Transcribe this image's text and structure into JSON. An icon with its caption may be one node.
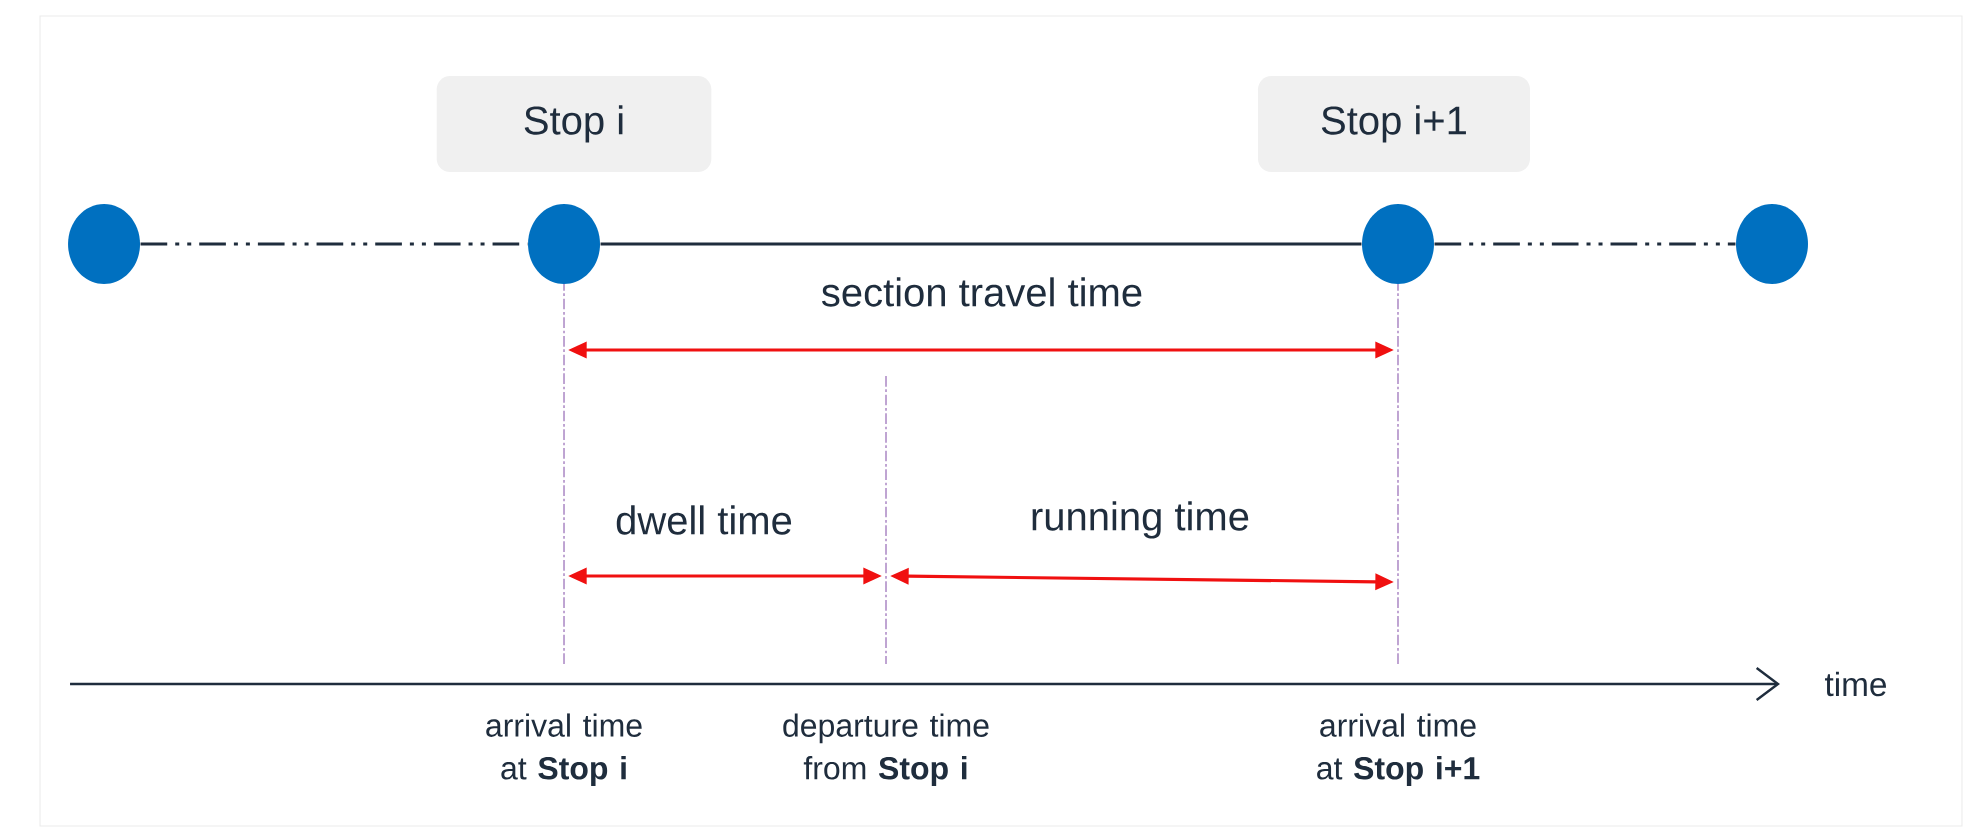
{
  "diagram": {
    "nodes": [
      {
        "text": [
          "Stop i"
        ]
      },
      {
        "text": [
          "Stop i+1"
        ]
      },
      {
        "text": [],
        "shape": "circle"
      },
      {
        "text": [],
        "shape": "circle"
      },
      {
        "text": [],
        "shape": "circle"
      },
      {
        "text": [],
        "shape": "circle"
      }
    ],
    "edges": [
      {
        "from": 2,
        "to": 3,
        "arrow": "none",
        "style": "dashed"
      },
      {
        "from": 3,
        "to": 4,
        "arrow": "none"
      },
      {
        "from": 4,
        "to": 5,
        "arrow": "none",
        "style": "dashed"
      }
    ],
    "labels": [
      "section travel time",
      "dwell time",
      "running time",
      "time",
      "arrival time at **Stop i**",
      "departure time from **Stop i**",
      "arrival time at **Stop i+1**"
    ]
  }
}
